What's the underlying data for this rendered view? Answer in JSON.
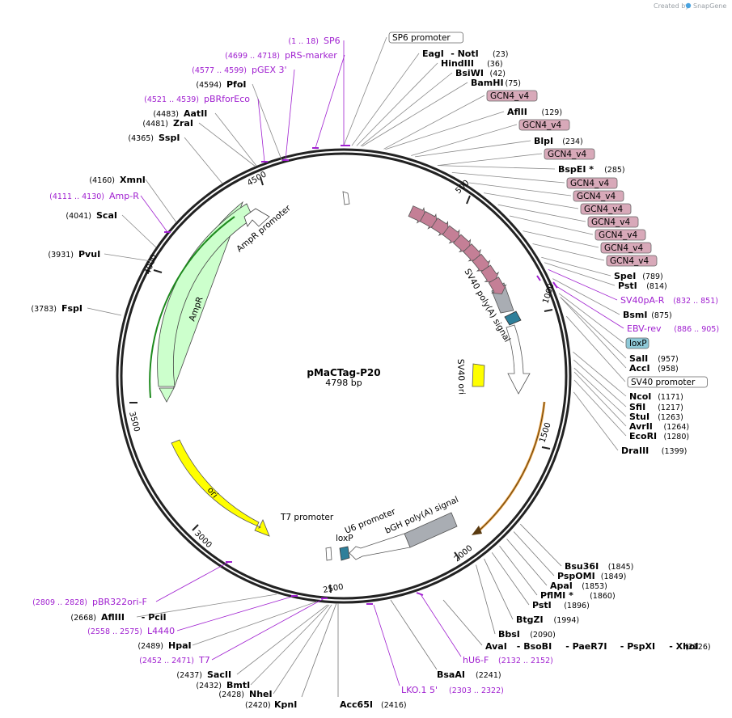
{
  "watermark": {
    "created_by": "Created by",
    "brand": "SnapGene"
  },
  "plasmid": {
    "name": "pMaCTag-P20",
    "size": "4798 bp"
  },
  "ticks": [
    "500",
    "1000",
    "1500",
    "2000",
    "2500",
    "3000",
    "3500",
    "4000",
    "4500"
  ],
  "right_labels": [
    {
      "type": "box",
      "text": "SP6 promoter"
    },
    {
      "type": "site",
      "name": "EagI",
      "extra": "- NotI",
      "pos": "(23)"
    },
    {
      "type": "site",
      "name": "HindIII",
      "pos": "(36)"
    },
    {
      "type": "site",
      "name": "BsiWI",
      "pos": "(42)"
    },
    {
      "type": "site",
      "name": "BamHI",
      "pos": "(75)"
    },
    {
      "type": "tag",
      "text": "GCN4_v4"
    },
    {
      "type": "site",
      "name": "AflII",
      "pos": "(129)"
    },
    {
      "type": "tag",
      "text": "GCN4_v4"
    },
    {
      "type": "site",
      "name": "BlpI",
      "pos": "(234)"
    },
    {
      "type": "tag",
      "text": "GCN4_v4"
    },
    {
      "type": "site",
      "name": "BspEI *",
      "pos": "(285)"
    },
    {
      "type": "tag",
      "text": "GCN4_v4"
    },
    {
      "type": "tag",
      "text": "GCN4_v4"
    },
    {
      "type": "tag",
      "text": "GCN4_v4"
    },
    {
      "type": "tag",
      "text": "GCN4_v4"
    },
    {
      "type": "tag",
      "text": "GCN4_v4"
    },
    {
      "type": "tag",
      "text": "GCN4_v4"
    },
    {
      "type": "tag",
      "text": "GCN4_v4"
    },
    {
      "type": "site",
      "name": "SpeI",
      "pos": "(789)"
    },
    {
      "type": "site",
      "name": "PstI",
      "pos": "(814)"
    },
    {
      "type": "primer",
      "name": "SV40pA-R",
      "pos": "(832 .. 851)"
    },
    {
      "type": "site",
      "name": "BsmI",
      "pos": "(875)"
    },
    {
      "type": "primer",
      "name": "EBV-rev",
      "pos": "(886 .. 905)"
    },
    {
      "type": "lox",
      "text": "loxP"
    },
    {
      "type": "site",
      "name": "SalI",
      "pos": "(957)"
    },
    {
      "type": "site",
      "name": "AccI",
      "pos": "(958)"
    },
    {
      "type": "box",
      "text": "SV40 promoter"
    },
    {
      "type": "site",
      "name": "NcoI",
      "pos": "(1171)"
    },
    {
      "type": "site",
      "name": "SfiI",
      "pos": "(1217)"
    },
    {
      "type": "site",
      "name": "StuI",
      "pos": "(1263)"
    },
    {
      "type": "site",
      "name": "AvrII",
      "pos": "(1264)"
    },
    {
      "type": "site",
      "name": "EcoRI",
      "pos": "(1280)"
    },
    {
      "type": "site",
      "name": "DraIII",
      "pos": "(1399)"
    }
  ],
  "lower_right_labels": [
    {
      "type": "site",
      "name": "Bsu36I",
      "pos": "(1845)"
    },
    {
      "type": "site",
      "name": "PspOMI",
      "pos": "(1849)"
    },
    {
      "type": "site",
      "name": "ApaI",
      "pos": "(1853)"
    },
    {
      "type": "site",
      "name": "PflMI *",
      "pos": "(1860)"
    },
    {
      "type": "site",
      "name": "PstI",
      "pos": "(1896)"
    },
    {
      "type": "site",
      "name": "BtgZI",
      "pos": "(1994)"
    },
    {
      "type": "site",
      "name": "BbsI",
      "pos": "(2090)"
    }
  ],
  "bottom_labels": {
    "multi": {
      "names": [
        "AvaI",
        "- BsoBI",
        "- PaeR7I",
        "- PspXI",
        "- XhoI"
      ],
      "pos": "(2126)"
    },
    "hu6": {
      "name": "hU6-F",
      "pos": "(2132 .. 2152)"
    },
    "bsaai": {
      "name": "BsaAI",
      "pos": "(2241)"
    },
    "lko": {
      "name": "LKO.1 5'",
      "pos": "(2303 .. 2322)"
    },
    "acc65i": {
      "name": "Acc65I",
      "pos": "(2416)"
    },
    "kpni": {
      "name": "KpnI",
      "pos": "(2420)"
    }
  },
  "left_labels_top": [
    {
      "type": "primer",
      "name": "SP6",
      "pos": "(1 .. 18)"
    },
    {
      "type": "primer",
      "name": "pRS-marker",
      "pos": "(4699 .. 4718)"
    },
    {
      "type": "primer",
      "name": "pGEX 3'",
      "pos": "(4577 .. 4599)"
    },
    {
      "type": "site",
      "name": "PfoI",
      "pos": "(4594)"
    },
    {
      "type": "primer",
      "name": "pBRforEco",
      "pos": "(4521 .. 4539)"
    },
    {
      "type": "site",
      "name": "AatII",
      "pos": "(4483)"
    },
    {
      "type": "site",
      "name": "ZraI",
      "pos": "(4481)"
    },
    {
      "type": "site",
      "name": "SspI",
      "pos": "(4365)"
    },
    {
      "type": "site",
      "name": "XmnI",
      "pos": "(4160)"
    },
    {
      "type": "primer",
      "name": "Amp-R",
      "pos": "(4111 .. 4130)"
    },
    {
      "type": "site",
      "name": "ScaI",
      "pos": "(4041)"
    },
    {
      "type": "site",
      "name": "PvuI",
      "pos": "(3931)"
    },
    {
      "type": "site",
      "name": "FspI",
      "pos": "(3783)"
    }
  ],
  "left_labels_bottom": [
    {
      "type": "primer",
      "name": "pBR322ori-F",
      "pos": "(2809 .. 2828)"
    },
    {
      "type": "site2",
      "name": "AflIII",
      "extra": "- PciI",
      "pos": "(2668)"
    },
    {
      "type": "primer",
      "name": "L4440",
      "pos": "(2558 .. 2575)"
    },
    {
      "type": "site",
      "name": "HpaI",
      "pos": "(2489)"
    },
    {
      "type": "primer",
      "name": "T7",
      "pos": "(2452 .. 2471)"
    },
    {
      "type": "site",
      "name": "SacII",
      "pos": "(2437)"
    },
    {
      "type": "site",
      "name": "BmtI",
      "pos": "(2432)"
    },
    {
      "type": "site",
      "name": "NheI",
      "pos": "(2428)"
    }
  ],
  "features": {
    "ampr": "AmpR",
    "ampr_promoter": "AmpR promoter",
    "ori": "ori",
    "sv40_polya": "SV40 poly(A) signal",
    "sv40_ori": "SV40 ori",
    "t7_promoter": "T7 promoter",
    "u6_promoter": "U6 promoter",
    "bgh_polya": "bGH poly(A) signal",
    "loxp_inner": "loxP"
  },
  "colors": {
    "primer": "#a020d0",
    "tag_fill": "#d8a9b9",
    "arrow_fill": "#c47f96",
    "ampr": "#ccffcc",
    "ori": "#ffff00",
    "grey": "#a9adb3",
    "lox": "#2e7f9a",
    "orange": "#e8a040"
  }
}
